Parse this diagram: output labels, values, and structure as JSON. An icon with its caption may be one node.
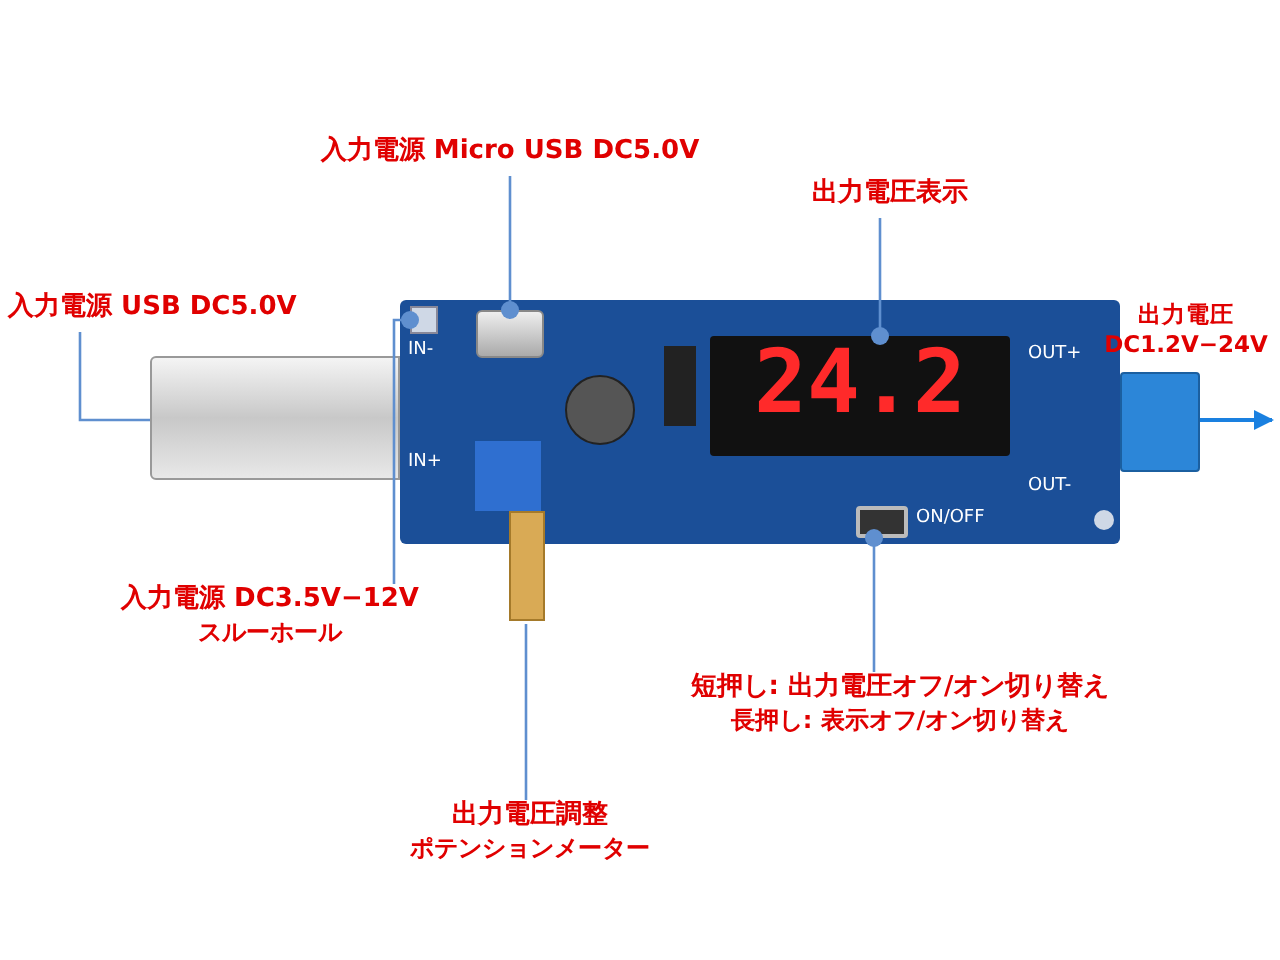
{
  "diagram": {
    "nodes": [
      {
        "text": [],
        "shape": "picture"
      },
      {
        "text": [
          "入力電源 Micro USB DC5.0V"
        ]
      },
      {
        "text": [],
        "shape": "box",
        "in": 0
      },
      {
        "text": [
          "出力電圧表示"
        ]
      },
      {
        "text": [],
        "shape": "box",
        "in": 0
      },
      {
        "text": [
          "入力電源 USB DC5.0V"
        ]
      },
      {
        "text": [],
        "shape": "box"
      },
      {
        "text": [],
        "shape": "box"
      },
      {
        "text": [
          "入力電源 DC3.5V−12V",
          "スルーホール"
        ]
      },
      {
        "text": [],
        "shape": "box",
        "in": 0
      },
      {
        "text": [
          "出力電圧調整",
          "ポテンションメーター"
        ]
      },
      {
        "text": [],
        "shape": "box"
      },
      {
        "text": [
          "短押し: 出力電圧オフ/オン切り替え",
          "長押し: 表示オフ/オン切り替え"
        ]
      },
      {
        "text": [],
        "shape": "box",
        "in": 0
      }
    ],
    "edges": [
      {
        "from": 1,
        "to": 2,
        "arrow": "other"
      },
      {
        "from": 3,
        "to": 4,
        "arrow": "other"
      },
      {
        "from": 5,
        "to": 6,
        "arrow": "none"
      },
      {
        "from": 8,
        "to": 9,
        "arrow": "other"
      },
      {
        "from": 10,
        "to": 11,
        "arrow": "none"
      },
      {
        "from": 12,
        "to": 13,
        "arrow": "other"
      },
      {
        "from": 7,
        "to": null,
        "arrow": "to",
        "label": "出力電圧 DC1.2V−24V",
        "color": "#1a80e0"
      }
    ],
    "labels": [
      "IN-",
      "24.2",
      "OUT+",
      "IN+",
      "OUT-",
      "ON/OFF"
    ]
  }
}
